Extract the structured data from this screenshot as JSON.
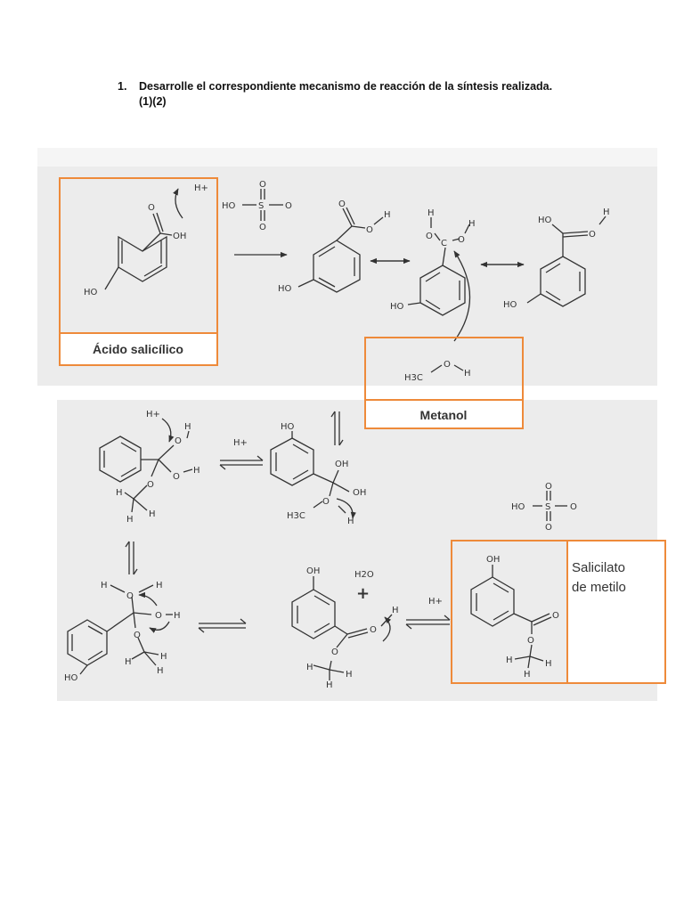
{
  "question": {
    "number": "1.",
    "line1": "Desarrolle el correspondiente mecanismo de reacción de la síntesis realizada.",
    "line2": "(1)(2)"
  },
  "labels": {
    "acido": "Ácido salicílico",
    "metanol": "Metanol",
    "salicilato_line1": "Salicilato",
    "salicilato_line2": "de metilo"
  },
  "atoms": {
    "h_plus": "H+",
    "ho": "HO",
    "oh": "OH",
    "o": "O",
    "h": "H",
    "s": "S",
    "c": "C",
    "h3c": "H3C",
    "h2o": "H2O",
    "plus": "+"
  },
  "colors": {
    "panel": "#ececec",
    "box": "#ee8a3a",
    "ink": "#333333"
  }
}
